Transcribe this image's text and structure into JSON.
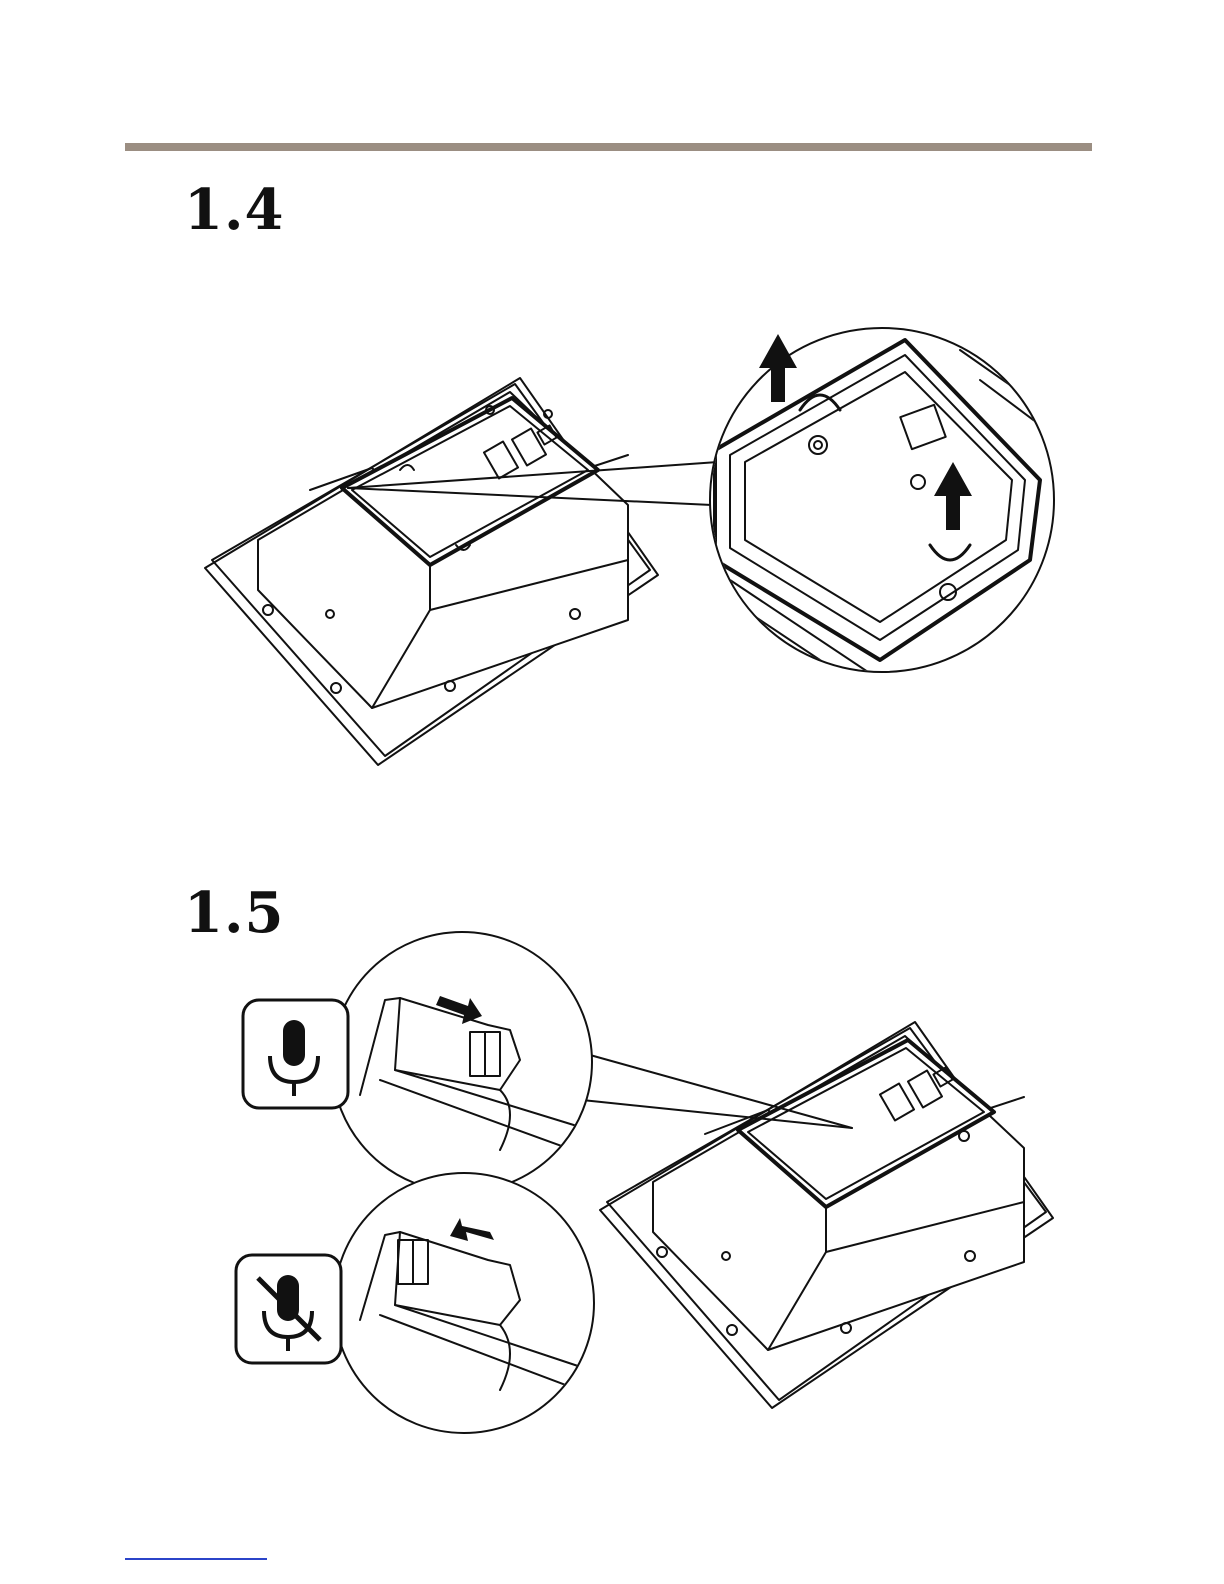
{
  "page": {
    "accent_rule_color": "#9b8e82",
    "footer_rule_color": "#2b44c9"
  },
  "steps": [
    {
      "number": "1.4",
      "illustration": "camera-housing-remove-cover-plate",
      "icons": [
        "arrow-up-icon",
        "arrow-up-icon"
      ]
    },
    {
      "number": "1.5",
      "illustration": "camera-housing-microphone-switch",
      "icons": [
        "microphone-on-icon",
        "microphone-off-icon",
        "arrow-right-icon",
        "arrow-left-icon"
      ]
    }
  ]
}
